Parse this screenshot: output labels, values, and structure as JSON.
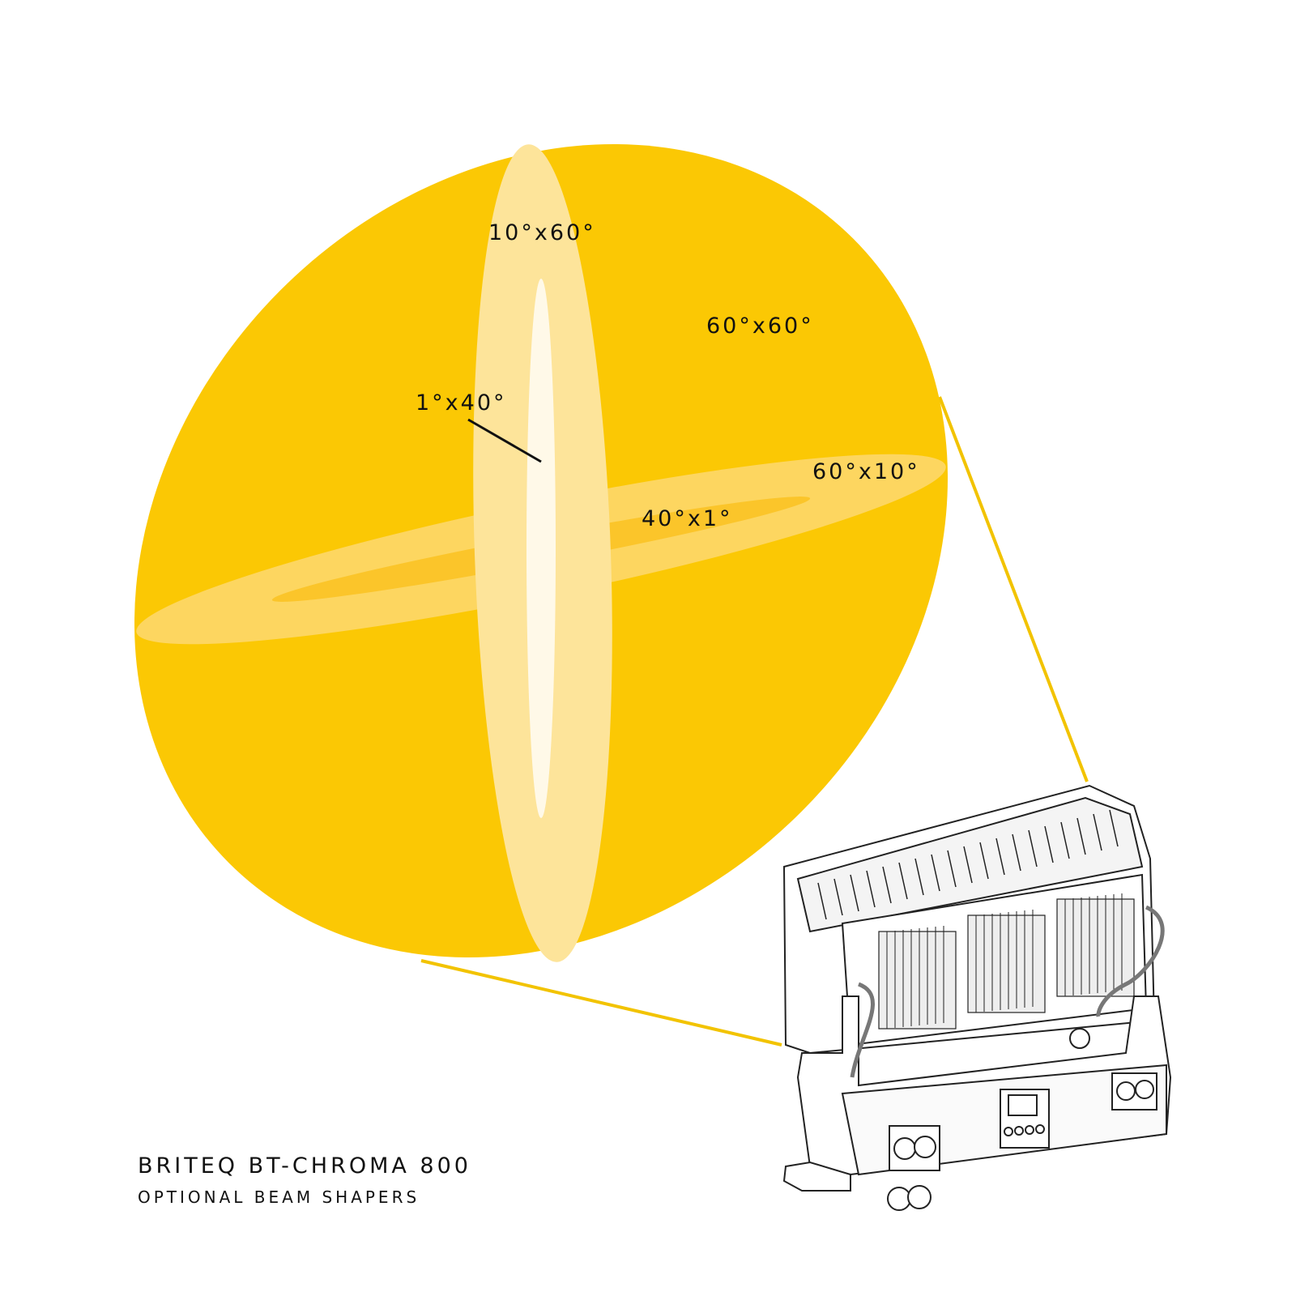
{
  "colors": {
    "beam_60x60": "#fbc804",
    "beam_10x60": "#fde49a",
    "beam_1x40": "#fff9e8",
    "beam_60x10": "#fdd660",
    "beam_40x1": "#fbc52a",
    "connector_line": "#f2c300"
  },
  "labels": {
    "beam_10x60": "10°x60°",
    "beam_60x60": "60°x60°",
    "beam_1x40": "1°x40°",
    "beam_60x10": "60°x10°",
    "beam_40x1": "40°x1°"
  },
  "caption": {
    "title": "BRITEQ BT-CHROMA 800",
    "subtitle": "OPTIONAL BEAM SHAPERS"
  }
}
